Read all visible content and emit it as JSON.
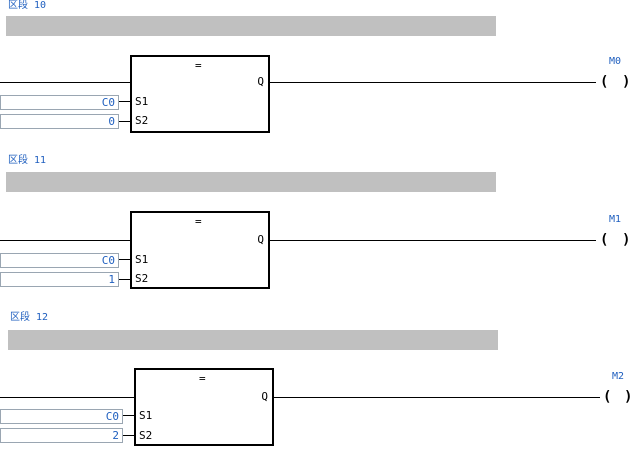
{
  "segments": [
    {
      "label": "区段 10",
      "s1_value": "C0",
      "s2_value": "0",
      "operator": "=",
      "pin_s1": "S1",
      "pin_s2": "S2",
      "pin_q": "Q",
      "coil_address": "M0",
      "coil_left": "(",
      "coil_right": ")"
    },
    {
      "label": "区段 11",
      "s1_value": "C0",
      "s2_value": "1",
      "operator": "=",
      "pin_s1": "S1",
      "pin_s2": "S2",
      "pin_q": "Q",
      "coil_address": "M1",
      "coil_left": "(",
      "coil_right": ")"
    },
    {
      "label": "区段 12",
      "s1_value": "C0",
      "s2_value": "2",
      "operator": "=",
      "pin_s1": "S1",
      "pin_s2": "S2",
      "pin_q": "Q",
      "coil_address": "M2",
      "coil_left": "(",
      "coil_right": ")"
    }
  ]
}
